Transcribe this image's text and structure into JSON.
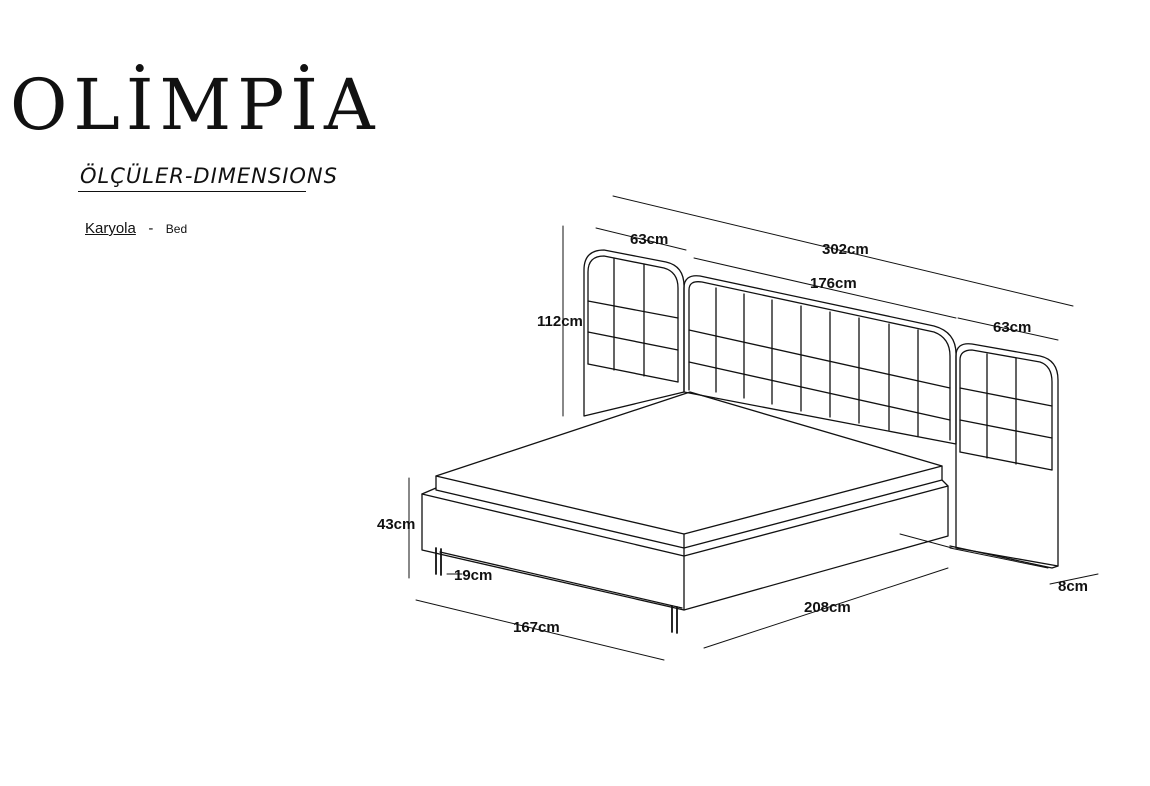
{
  "brand": "OLİMPİA",
  "subtitle": "ÖLÇÜLER-DIMENSIONS",
  "caption": {
    "primary": "Karyola",
    "separator": "-",
    "secondary": "Bed"
  },
  "dimensions": {
    "total_width": "302cm",
    "side_panel_left": "63cm",
    "center_panel": "176cm",
    "side_panel_right": "63cm",
    "headboard_height": "112cm",
    "bed_height": "43cm",
    "leg_height": "19cm",
    "bed_width": "167cm",
    "bed_length": "208cm",
    "panel_depth": "8cm"
  }
}
